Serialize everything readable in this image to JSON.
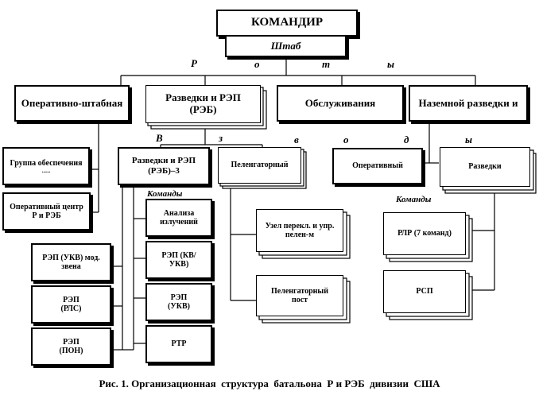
{
  "commander": "КОМАНДИР",
  "staff": "Штаб",
  "companies_letters": [
    "Р",
    "о",
    "т",
    "ы"
  ],
  "divisions_letters": [
    "В",
    "з",
    "в",
    "о",
    "д",
    "ы"
  ],
  "companies": {
    "ops": "Оперативно-штабная",
    "recon_ew": "Разведки и РЭП (РЭБ)",
    "service": "Обслуживания",
    "ground": "Наземной разведки и"
  },
  "ops_units": {
    "support_group": "Группа обеспечения",
    "support_group_tail": "......",
    "ops_center": "Оперативный центр  Р и РЭБ"
  },
  "recon_units": {
    "platoon": "Разведки  и РЭП (РЭБ)–3",
    "teams_label": "Команды",
    "analysis": "Анализа излучений",
    "rep_kv_ukv": "РЭП (КВ/УКВ)",
    "rep_ukv": "РЭП (УКВ)",
    "rtr": "РТР",
    "rep_ukv_mod": "РЭП (УКВ) мод. звена",
    "rep_rls": "РЭП (РЛС)",
    "rep_pon": "РЭП (ПОН)"
  },
  "df_units": {
    "df_platoon": "Пеленгаторный",
    "relay_node": "Узел перекл. и упр. пелен-м",
    "df_post": "Пеленгаторный пост"
  },
  "ground_units": {
    "operative": "Оперативный",
    "recon": "Разведки",
    "teams_label": "Команды",
    "rlr": "РЛР (7 команд)",
    "rsp": "РСП"
  },
  "caption": "Рис. 1. Организационная  структура  батальона  Р и РЭБ  дивизии  США"
}
